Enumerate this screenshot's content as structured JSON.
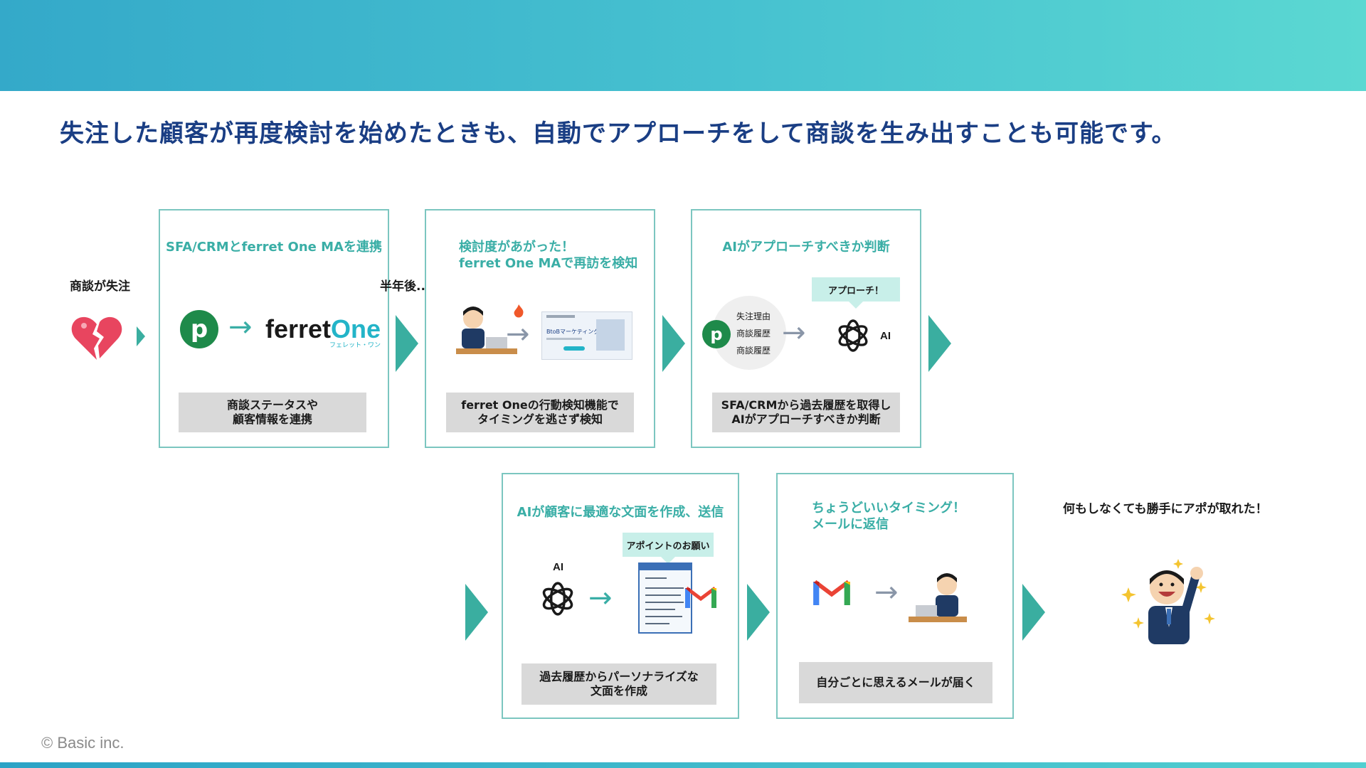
{
  "headline": "失注した顧客が再度検討を始めたときも、自動でアプローチをして商談を生み出すことも可能です。",
  "copyright": "© Basic inc.",
  "start": {
    "label": "商談が失注"
  },
  "gap_label": "半年後...",
  "steps": [
    {
      "title": "SFA/CRMとferret One MAを連携",
      "caption": "商談ステータスや\n顧客情報を連携",
      "logo_text": "ferret",
      "logo_one": "One",
      "logo_kana": "フェレット・ワン"
    },
    {
      "title": "検討度があがった！\nferret One MAで再訪を検知",
      "caption": "ferret Oneの行動検知機能で\nタイミングを逃さず検知",
      "screen_text": "BtoBマーケティング"
    },
    {
      "title": "AIがアプローチすべきか判断",
      "caption": "SFA/CRMから過去履歴を取得し\nAIがアプローチすべきか判断",
      "tag": "アプローチ！",
      "bubble_items": [
        "失注理由",
        "商談履歴",
        "商談履歴"
      ],
      "ai_label": "AI"
    },
    {
      "title": "AIが顧客に最適な文面を作成、送信",
      "caption": "過去履歴からパーソナライズな\n文面を作成",
      "tag": "アポイントのお願い",
      "ai_label": "AI"
    },
    {
      "title": "ちょうどいいタイミング！\nメールに返信",
      "caption": "自分ごとに思えるメールが届く"
    }
  ],
  "result": {
    "label": "何もしなくても勝手にアポが取れた！"
  },
  "colors": {
    "accent": "#3aaea6",
    "headline": "#1a3e84",
    "border": "#7cc6c0",
    "caption_bg": "#d9d9d9"
  }
}
